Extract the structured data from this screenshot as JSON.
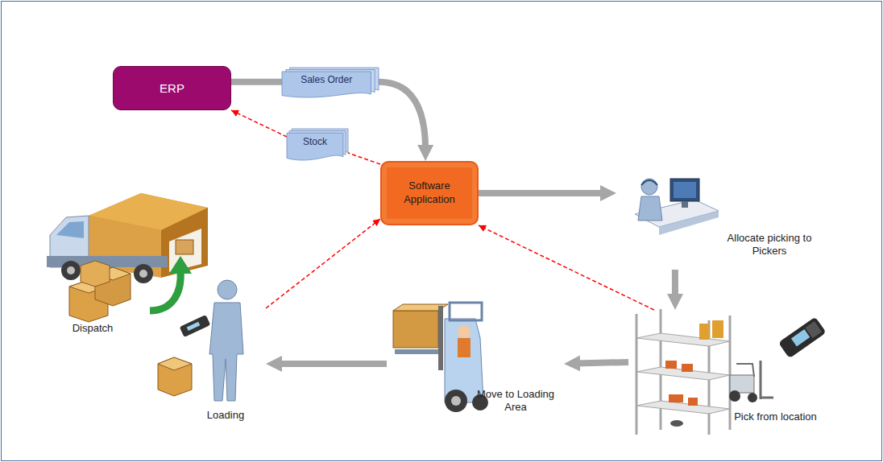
{
  "diagram": {
    "nodes": [
      {
        "text": [
          "ERP"
        ]
      },
      {
        "text": [
          "Sales Order"
        ]
      },
      {
        "text": [
          "Software Application"
        ]
      },
      {
        "text": [
          "Stock"
        ]
      },
      {
        "text": [
          "Allocate picking to Pickers"
        ]
      },
      {
        "text": [
          "Pick from location"
        ]
      },
      {
        "text": [
          "Move to Loading Area"
        ]
      },
      {
        "text": [
          "Loading"
        ]
      },
      {
        "text": [
          "Dispatch"
        ]
      }
    ],
    "edges": [
      {
        "from": 0,
        "to": 1,
        "arrow": "none"
      },
      {
        "from": 1,
        "to": 2,
        "arrow": "to"
      },
      {
        "from": 2,
        "to": 3,
        "arrow": "none"
      },
      {
        "from": 3,
        "to": 0,
        "arrow": "to"
      },
      {
        "from": 2,
        "to": 4,
        "arrow": "to"
      },
      {
        "from": 4,
        "to": 5,
        "arrow": "to"
      },
      {
        "from": 5,
        "to": 2,
        "arrow": "to"
      },
      {
        "from": 5,
        "to": 6,
        "arrow": "to"
      },
      {
        "from": 6,
        "to": 7,
        "arrow": "to"
      },
      {
        "from": 7,
        "to": 2,
        "arrow": "to"
      }
    ]
  }
}
